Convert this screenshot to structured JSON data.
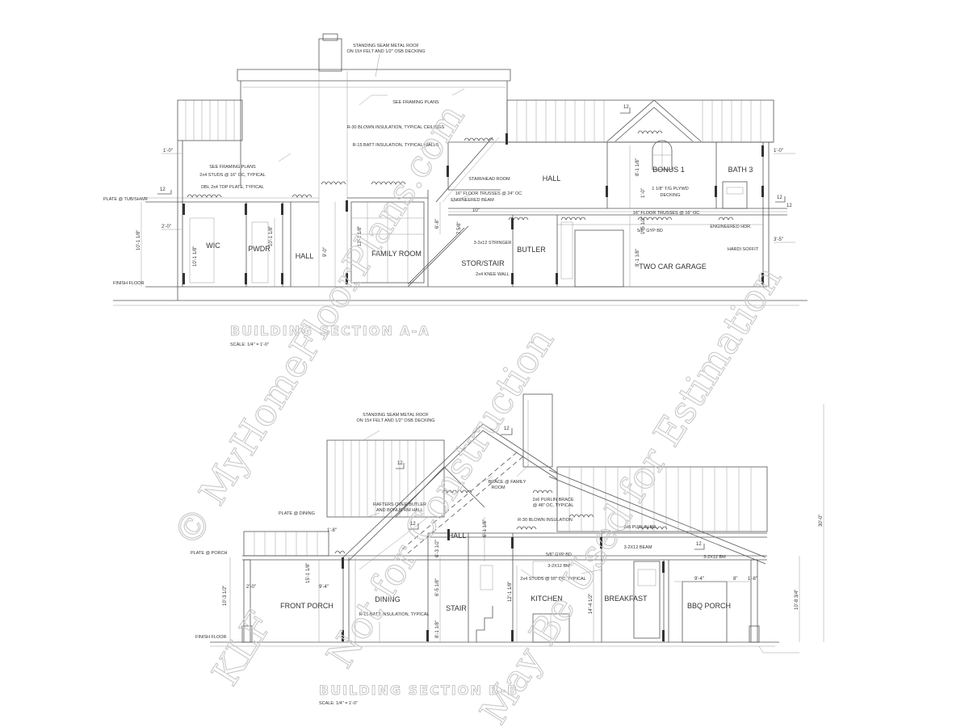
{
  "section_a": {
    "title": "BUILDING SECTION A-A",
    "scale": "SCALE: 1/4\" = 1'-0\"",
    "rooms": {
      "wic": "WIC",
      "pwdr": "PWDR",
      "hall": "HALL",
      "family_room": "FAMILY ROOM",
      "stor_stair": "STOR/STAIR",
      "butler": "BUTLER",
      "upper_hall": "HALL",
      "bonus": "BONUS 1",
      "bath": "BATH 3",
      "garage": "TWO CAR GARAGE"
    },
    "notes": {
      "roof": "STANDING SEAM METAL ROOF",
      "roof2": "ON 15# FELT AND 1/2\" OSB DECKING",
      "framing": "SEE FRAMING PLANS",
      "r30": "R-30 BLOWN INSULATION, TYPICAL CEILINGS",
      "r15": "R-15 BATT INSULATION, TYPICAL WALLS",
      "framing2": "SEE FRAMING PLANS",
      "studs": "2x4 STUDS @ 16\" OC, TYPICAL",
      "plate": "DBL 2x4 TOP PLATE, TYPICAL",
      "stair_head": "STAIR/HEAD ROOM",
      "trusses": "16\" FLOOR TRUSSES @ 24\" OC",
      "eng_beam": "ENGINEERED BEAM",
      "stringer": "3-2x12 STRINGER",
      "knee_wall": "2x4 KNEE WALL",
      "plywood": "1 1/8\" T/G PLYWD",
      "decking": "DECKING",
      "floor_trusses": "16\" FLOOR TRUSSES @ 16\" OC",
      "gyp": "5/8\" GYP BD",
      "eng_hdr": "ENGINEERED HDR.",
      "soffit": "HARDI SOFFIT",
      "plate_label": "PLATE @ TUB/SHWR",
      "finish_floor": "FINISH FLOOR"
    },
    "dims": {
      "d1": "1'-0\"",
      "d2": "2'-0\"",
      "d3": "10'-1 1/8\"",
      "d4": "10'-1 1/8\"",
      "d5": "9'-0\"",
      "d6": "12'-1 1/8\"",
      "d7": "6'-8\"",
      "d8": "7 5/8\"",
      "d9": "10\"",
      "d10": "8'-1 1/8\"",
      "d11": "8'-1 1/8\"",
      "d12": "1'-0\"",
      "d13": "1'-5 1/2\"",
      "d14": "1'-0\"",
      "d15": "3'-5\"",
      "d16": "10'-1 1/8\"",
      "pitch1": "12",
      "pitch2": "12",
      "pitch3": "12",
      "pitch4": "12"
    }
  },
  "section_b": {
    "title": "BUILDING SECTION B-B",
    "scale": "SCALE: 1/4\" = 1'-0\"",
    "rooms": {
      "front_porch": "FRONT PORCH",
      "dining": "DINING",
      "stair": "STAIR",
      "hall": "HALL",
      "kitchen": "KITCHEN",
      "breakfast": "BREAKFAST",
      "bbq_porch": "BBQ PORCH"
    },
    "notes": {
      "roof": "STANDING SEAM METAL ROOF",
      "roof2": "ON 15# FELT AND 1/2\" OSB DECKING",
      "rafters": "RAFTERS OVER BUTLER",
      "rafters2": "AND BONUS RM HALL",
      "brace": "BRACE @ FAMILY",
      "brace2": "ROOM",
      "purlin": "2x6 PURLIN BRACE",
      "purlin2": "@ 48\" OC, TYPICAL",
      "r30": "R-30 BLOWN INSULATION",
      "purlin_br": "2x6 PURLIN BR.",
      "beam": "3-2X12 BEAM",
      "gyp": "5/8\" GYP BD",
      "beam2": "3-2X12 BM",
      "studs": "2x4 STUDS @ 16\" OC, TYPICAL",
      "r15": "R-15 BATT INSULATION, TYPICAL",
      "plate_dining": "PLATE @ DINING",
      "plate_porch": "PLATE @ PORCH",
      "finish_floor": "FINISH FLOOR"
    },
    "dims": {
      "d1": "1'-8\"",
      "d2": "2'-0\"",
      "d3": "15'-1 1/8\"",
      "d4": "9'-4\"",
      "d5": "10'-3 1/2\"",
      "d6": "6'-3 1/2\"",
      "d7": "6'-5 1/8\"",
      "d8": "12'-1 1/8\"",
      "d9": "8'-1 1/8\"",
      "d10": "14'-4 1/2\"",
      "d11": "9'-4\"",
      "d12": "8\"",
      "d13": "1'-8\"",
      "d14": "10'-8 3/4\"",
      "d15": "30'-0\"",
      "d16": "6'-1 1/8\"",
      "pitch1": "12",
      "pitch2": "12",
      "pitch3": "12",
      "pitch4": "12"
    }
  },
  "watermark": {
    "line1": "© MyHomeFloorPlans.com",
    "line2": "Not for Construction",
    "line3": "May Be Used for Estimation",
    "line4": "KLF"
  }
}
